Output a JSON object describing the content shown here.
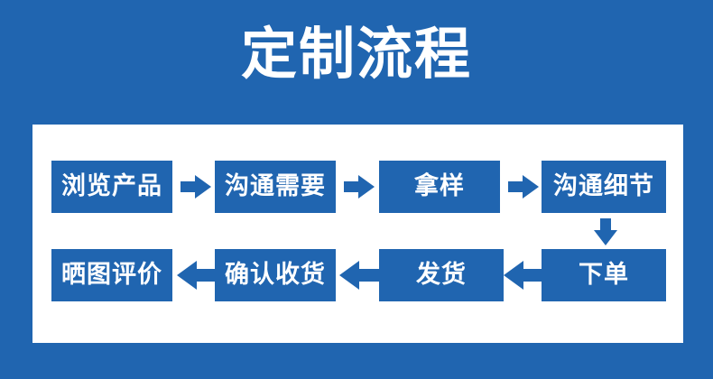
{
  "banner": {
    "background_color": "#2065b0",
    "title": "定制流程"
  },
  "panel": {
    "background_color": "#ffffff",
    "box_color": "#2065b0",
    "box_text_color": "#ffffff"
  },
  "flow": {
    "row1": {
      "direction": "left-to-right",
      "steps": [
        {
          "label": "浏览产品"
        },
        {
          "label": "沟通需要"
        },
        {
          "label": "拿样"
        },
        {
          "label": "沟通细节"
        }
      ]
    },
    "connector_down": {
      "icon": "arrow-down-icon"
    },
    "row2": {
      "direction": "right-to-left",
      "steps": [
        {
          "label": "下单"
        },
        {
          "label": "发货"
        },
        {
          "label": "确认收货"
        },
        {
          "label": "晒图评价"
        }
      ]
    }
  }
}
